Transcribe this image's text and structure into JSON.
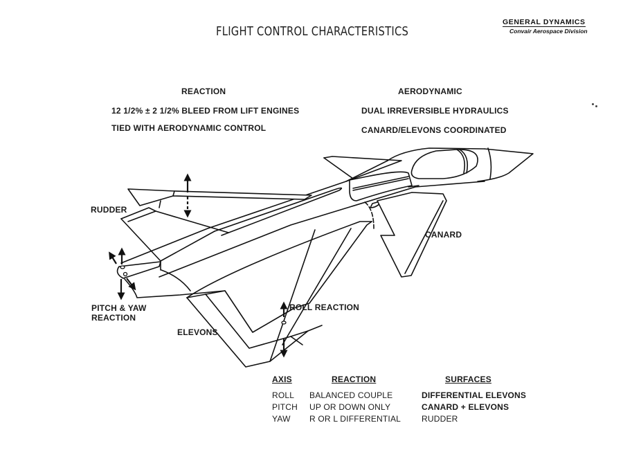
{
  "header": {
    "title": "FLIGHT CONTROL CHARACTERISTICS",
    "brand_name": "GENERAL DYNAMICS",
    "brand_division": "Convair Aerospace Division"
  },
  "reaction_block": {
    "heading": "REACTION",
    "line1": "12 1/2% ± 2 1/2% BLEED FROM LIFT ENGINES",
    "line2": "TIED WITH AERODYNAMIC CONTROL"
  },
  "aerodynamic_block": {
    "heading": "AERODYNAMIC",
    "line1": "DUAL IRREVERSIBLE HYDRAULICS",
    "line2": "CANARD/ELEVONS COORDINATED"
  },
  "labels": {
    "rudder": "RUDDER",
    "canard": "CANARD",
    "pitch_yaw_line1": "PITCH & YAW",
    "pitch_yaw_line2": "REACTION",
    "elevons": "ELEVONS",
    "roll_reaction": "ROLL REACTION"
  },
  "table": {
    "headers": [
      "AXIS",
      "REACTION",
      "SURFACES"
    ],
    "rows": [
      {
        "axis": "ROLL",
        "reaction": "BALANCED COUPLE",
        "surfaces": "DIFFERENTIAL ELEVONS"
      },
      {
        "axis": "PITCH",
        "reaction": "UP OR DOWN ONLY",
        "surfaces": "CANARD + ELEVONS"
      },
      {
        "axis": "YAW",
        "reaction": "R OR L DIFFERENTIAL",
        "surfaces": "RUDDER"
      }
    ]
  }
}
